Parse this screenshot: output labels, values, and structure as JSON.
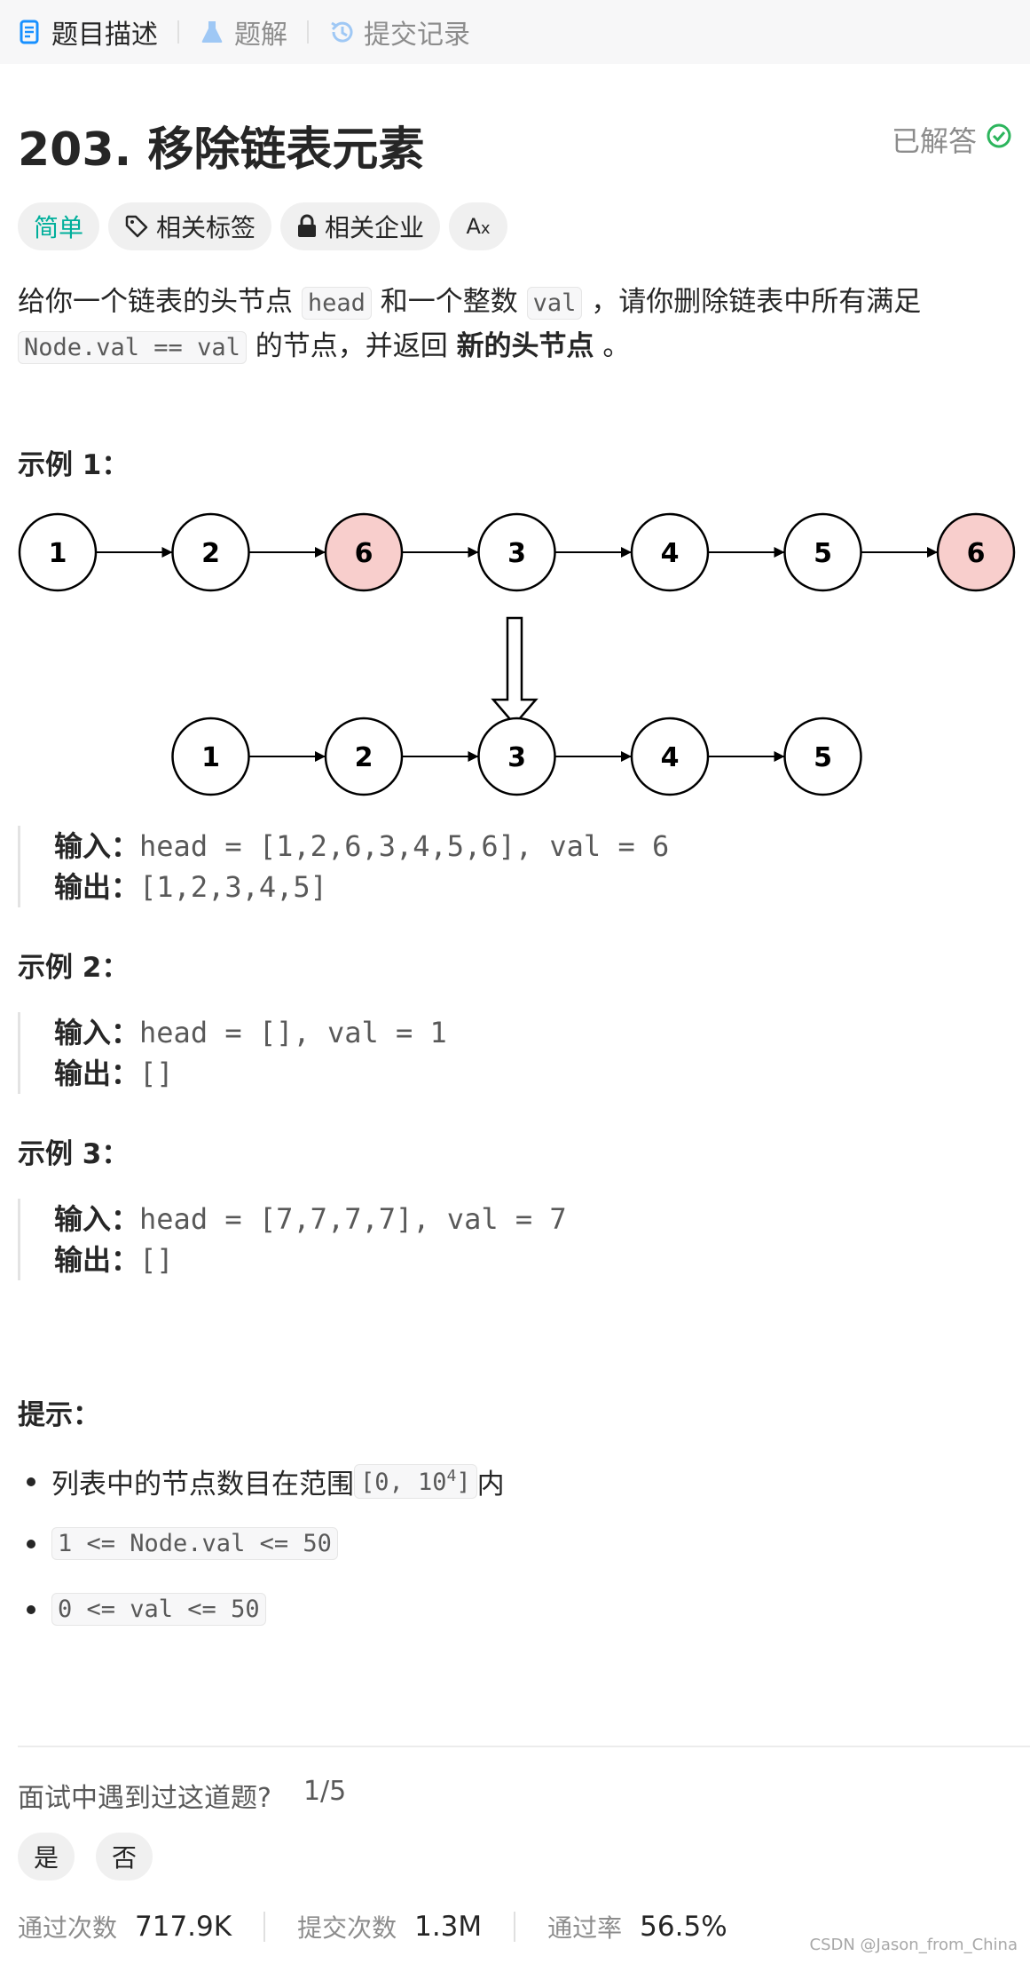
{
  "tabs": [
    {
      "label": "题目描述",
      "icon": "document-icon",
      "active": true
    },
    {
      "label": "题解",
      "icon": "flask-icon",
      "active": false
    },
    {
      "label": "提交记录",
      "icon": "history-icon",
      "active": false
    }
  ],
  "problem": {
    "title": "203. 移除链表元素",
    "status": "已解答",
    "difficulty": "简单",
    "tag_related_topics": "相关标签",
    "tag_related_companies": "相关企业",
    "tag_translate_icon": "Aあ"
  },
  "description": {
    "p1_a": "给你一个链表的头节点 ",
    "p1_code1": "head",
    "p1_b": " 和一个整数 ",
    "p1_code2": "val",
    "p1_c": " ，请你删除链表中所有满足",
    "p2_code": "Node.val == val",
    "p2_a": " 的节点，并返回 ",
    "p2_bold": "新的头节点",
    "p2_b": " 。"
  },
  "diagram": {
    "top_nodes": [
      "1",
      "2",
      "6",
      "3",
      "4",
      "5",
      "6"
    ],
    "highlight_color": "#f8cecc",
    "bottom_nodes": [
      "1",
      "2",
      "3",
      "4",
      "5"
    ]
  },
  "examples": [
    {
      "title": "示例 1：",
      "input_label": "输入：",
      "input": "head = [1,2,6,3,4,5,6], val = 6",
      "output_label": "输出：",
      "output": "[1,2,3,4,5]"
    },
    {
      "title": "示例 2：",
      "input_label": "输入：",
      "input": "head = [], val = 1",
      "output_label": "输出：",
      "output": "[]"
    },
    {
      "title": "示例 3：",
      "input_label": "输入：",
      "input": "head = [7,7,7,7], val = 7",
      "output_label": "输出：",
      "output": "[]"
    }
  ],
  "hints": {
    "title": "提示：",
    "item1_a": "列表中的节点数目在范围 ",
    "item1_code_a": "[0, 10",
    "item1_sup": "4",
    "item1_code_b": "]",
    "item1_b": " 内",
    "item2": "1 <= Node.val <= 50",
    "item3": "0 <= val <= 50"
  },
  "interview": {
    "question": "面试中遇到过这道题?",
    "count": "1/5",
    "yes": "是",
    "no": "否"
  },
  "stats": {
    "accepted_label": "通过次数",
    "accepted": "717.9K",
    "submissions_label": "提交次数",
    "submissions": "1.3M",
    "rate_label": "通过率",
    "rate": "56.5%"
  },
  "watermark": "CSDN @Jason_from_China",
  "colors": {
    "easy": "#00af9b",
    "accent": "#1890ff",
    "solved": "#2db55d"
  }
}
